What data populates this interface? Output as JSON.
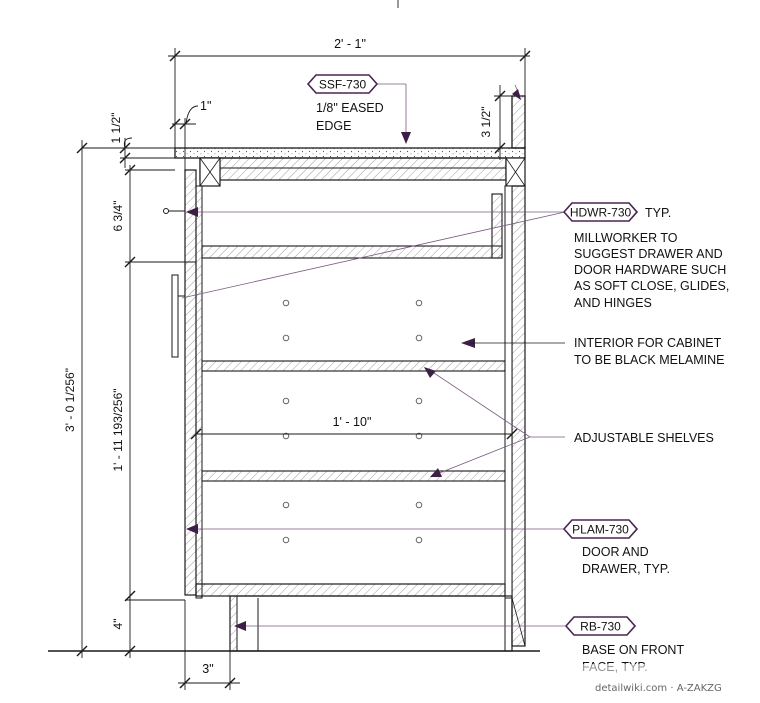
{
  "dimensions": {
    "overall_width": "2' - 1\"",
    "interior_width": "1' - 10\"",
    "overhang": "1\"",
    "top_thickness": "1 1/2\"",
    "backsplash": "3 1/2\"",
    "drawer_height": "6 3/4\"",
    "total_height": "3' - 0 1/256\"",
    "cabinet_height": "1' - 11 193/256\"",
    "base_height": "4\"",
    "toe_kick": "3\""
  },
  "tags": {
    "ssf": "SSF-730",
    "hdwr": "HDWR-730",
    "plam": "PLAM-730",
    "rb": "RB-730"
  },
  "notes": {
    "ssf_line1": "1/8\" EASED",
    "ssf_line2": "EDGE",
    "hdwr_typ": "TYP.",
    "hdwr_lines": [
      "MILLWORKER TO",
      "SUGGEST DRAWER AND",
      "DOOR HARDWARE SUCH",
      "AS SOFT CLOSE, GLIDES,",
      "AND HINGES"
    ],
    "interior_lines": [
      "INTERIOR FOR CABINET",
      "TO BE BLACK MELAMINE"
    ],
    "shelves": "ADJUSTABLE SHELVES",
    "plam_lines": [
      "DOOR AND",
      "DRAWER, TYP."
    ],
    "rb_lines": [
      "BASE ON FRONT",
      "FACE, TYP."
    ]
  },
  "watermark": "detailwiki.com · A-ZAKZG",
  "colors": {
    "leader": "#5a2a5e",
    "line": "#1a1a1a"
  }
}
